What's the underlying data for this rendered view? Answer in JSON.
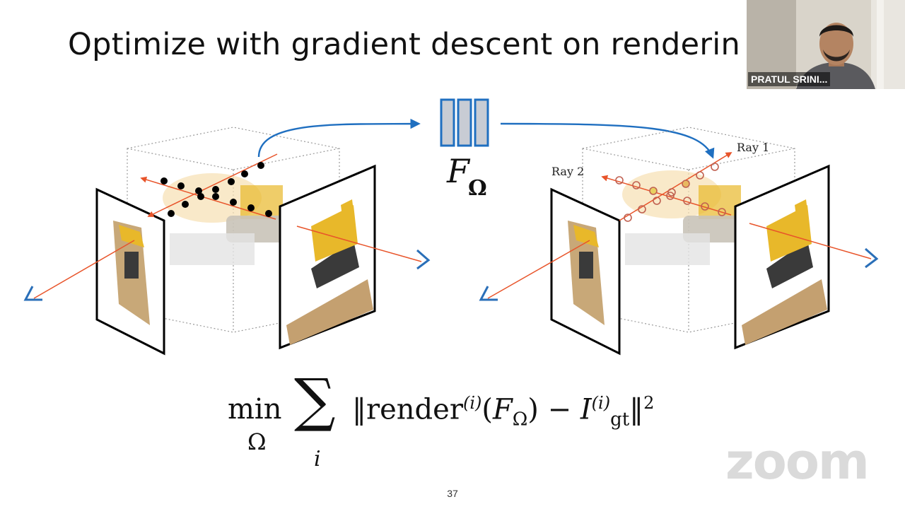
{
  "slide": {
    "title": "Optimize with gradient descent on renderin",
    "network_label": "F",
    "network_subscript": "Ω",
    "ray_labels": [
      "Ray 1",
      "Ray 2"
    ],
    "page_number": "37"
  },
  "equation": {
    "min": "min",
    "min_subscript": "Ω",
    "sum_symbol": "∑",
    "sum_index": "i",
    "norm_open": "‖",
    "render": "render",
    "render_superscript": "(i)",
    "paren_open": "(",
    "f": "F",
    "f_subscript": "Ω",
    "paren_close": ")",
    "minus": " − ",
    "image": "I",
    "image_superscript": "(i)",
    "image_subscript": "gt",
    "norm_close": "‖",
    "square": "2"
  },
  "video": {
    "participant_name": "PRATUL SRINI..."
  },
  "watermark": {
    "text": "zoom"
  },
  "colors": {
    "ray": "#e8542a",
    "camera": "#2a6fb8",
    "network": "#1f6fc0",
    "network_fill": "#c8ccd4",
    "sample_dot": "#000000",
    "sample_ring": "#c06050",
    "bulldozer": "#e8b82a"
  }
}
